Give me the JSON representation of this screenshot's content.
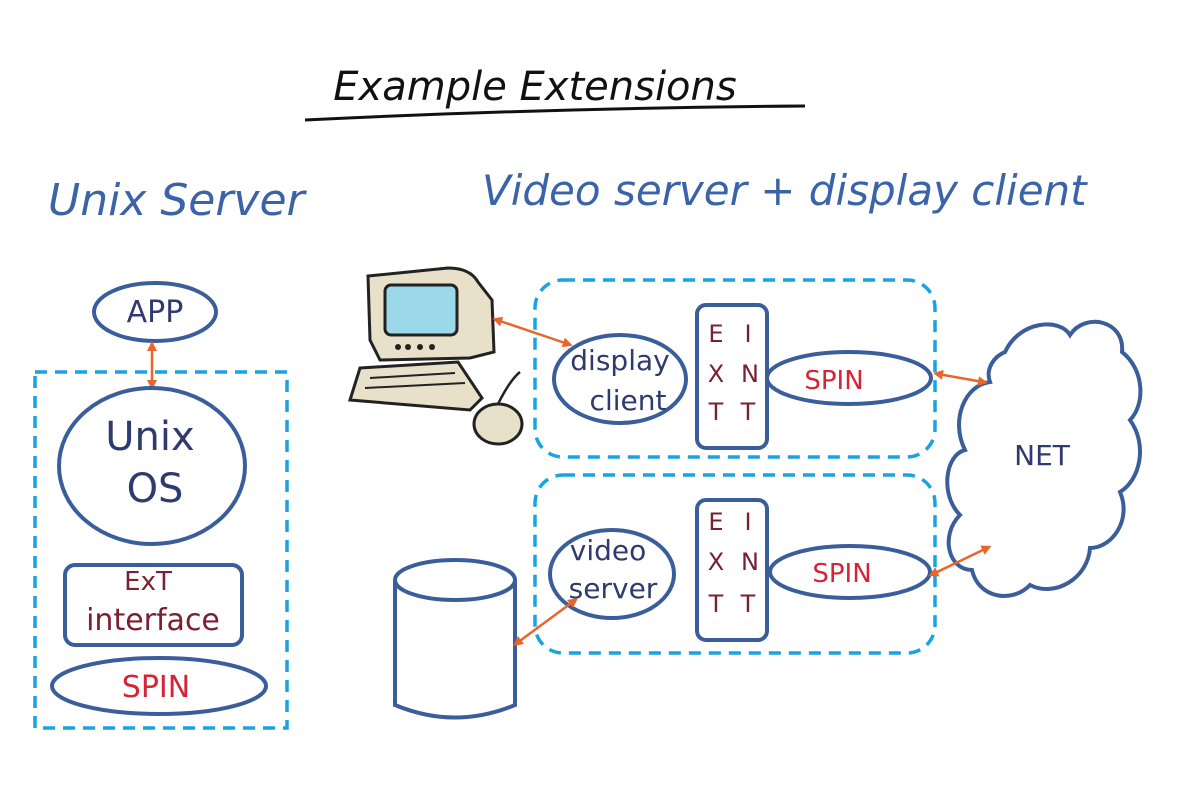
{
  "title": "Example Extensions",
  "left": {
    "heading": "Unix Server",
    "app_label": "APP",
    "os_label_line1": "Unix",
    "os_label_line2": "OS",
    "ext_label_line1": "ExT",
    "ext_label_line2": "interface",
    "spin_label": "SPIN"
  },
  "right": {
    "heading": "Video server + display client",
    "display_client_line1": "display",
    "display_client_line2": "client",
    "video_server_line1": "video",
    "video_server_line2": "server",
    "ext_col1": [
      "E",
      "X",
      "T"
    ],
    "ext_col2": [
      "I",
      "N",
      "T"
    ],
    "spin_top": "SPIN",
    "spin_bottom": "SPIN",
    "net_label": "NET"
  },
  "colors": {
    "handwriting_blue": "#3a63a8",
    "outline_blue": "#3a5e9a",
    "dashed_cyan": "#1aa3e0",
    "arrow_orange": "#e8652c",
    "spin_red": "#d42436",
    "ext_maroon": "#7a2030"
  }
}
